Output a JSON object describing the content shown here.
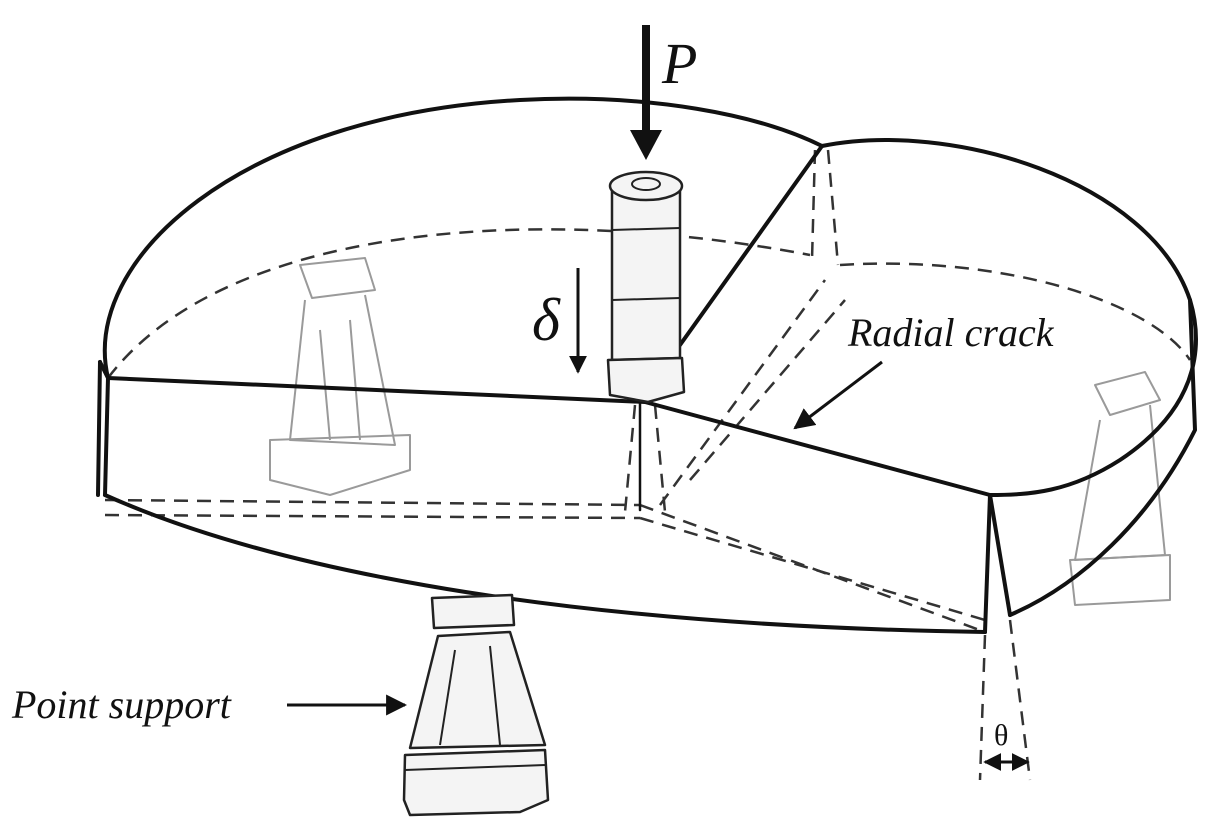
{
  "labels": {
    "load": "P",
    "deflection": "δ",
    "radial_crack": "Radial crack",
    "point_support": "Point support",
    "angle": "θ"
  },
  "colors": {
    "line": "#111111",
    "hidden_line": "#333333",
    "ghost": "#9a9a9a",
    "background": "#ffffff"
  }
}
